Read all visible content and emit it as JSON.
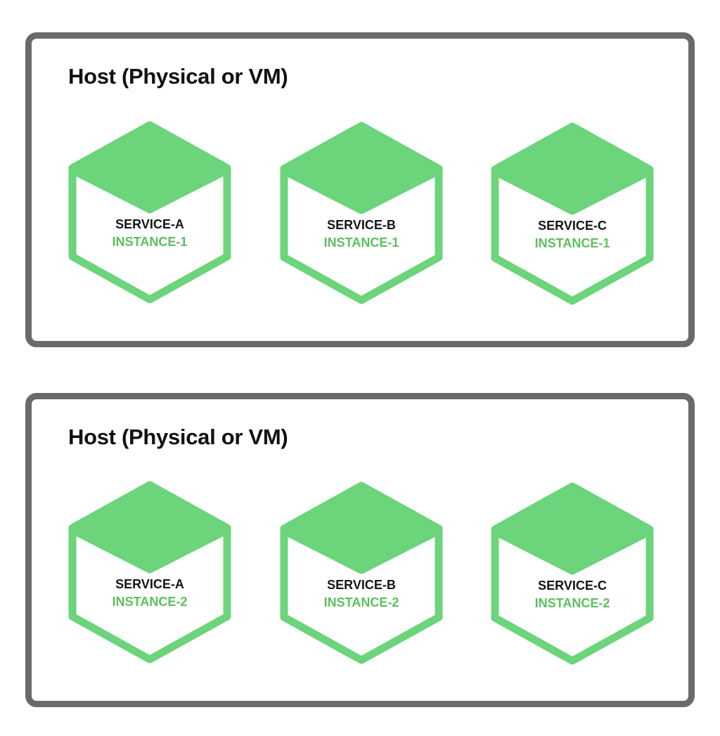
{
  "colors": {
    "host_border": "#6a6a6c",
    "hex_green": "#6cd47a",
    "service_text": "#151515",
    "instance_text": "#5cbf5e",
    "title_text": "#111111"
  },
  "hosts": [
    {
      "title": "Host (Physical or VM)",
      "services": [
        {
          "service": "SERVICE-A",
          "instance": "INSTANCE-1",
          "icon": "hexagon-cube-icon"
        },
        {
          "service": "SERVICE-B",
          "instance": "INSTANCE-1",
          "icon": "hexagon-cube-icon"
        },
        {
          "service": "SERVICE-C",
          "instance": "INSTANCE-1",
          "icon": "hexagon-cube-icon"
        }
      ]
    },
    {
      "title": "Host (Physical or VM)",
      "services": [
        {
          "service": "SERVICE-A",
          "instance": "INSTANCE-2",
          "icon": "hexagon-cube-icon"
        },
        {
          "service": "SERVICE-B",
          "instance": "INSTANCE-2",
          "icon": "hexagon-cube-icon"
        },
        {
          "service": "SERVICE-C",
          "instance": "INSTANCE-2",
          "icon": "hexagon-cube-icon"
        }
      ]
    }
  ]
}
